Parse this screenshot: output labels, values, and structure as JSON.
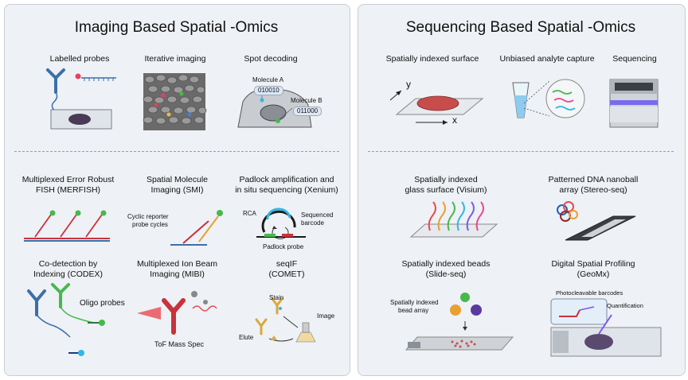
{
  "left_panel": {
    "title": "Imaging Based Spatial -Omics",
    "top_items": [
      {
        "label": "Labelled probes"
      },
      {
        "label": "Iterative imaging"
      },
      {
        "label": "Spot decoding",
        "molecule_a": "Molecule A",
        "code_a": "010010",
        "molecule_b": "Molecule B",
        "code_b": "011000"
      }
    ],
    "methods": [
      {
        "line1": "Multiplexed Error Robust",
        "line2": "FISH (MERFISH)"
      },
      {
        "line1": "Spatial Molecule",
        "line2": "Imaging (SMI)",
        "annotation_line1": "Cyclic reporter",
        "annotation_line2": "probe cycles"
      },
      {
        "line1": "Padlock amplification and",
        "line2": "in situ sequencing (Xenium)",
        "rca": "RCA",
        "seq_line1": "Sequenced",
        "seq_line2": "barcode",
        "padlock": "Padlock probe"
      },
      {
        "line1": "Co-detection by",
        "line2": "Indexing (CODEX)",
        "annotation": "Oligo probes"
      },
      {
        "line1": "Multiplexed Ion Beam",
        "line2": "Imaging (MIBI)",
        "annotation": "ToF Mass Spec"
      },
      {
        "line1": "seqIF",
        "line2": "(COMET)",
        "stain": "Stain",
        "image": "Image",
        "elute": "Elute"
      }
    ]
  },
  "right_panel": {
    "title": "Sequencing Based Spatial -Omics",
    "top_items": [
      {
        "label": "Spatially indexed surface",
        "axis_y": "y",
        "axis_x": "x"
      },
      {
        "label": "Unbiased analyte capture"
      },
      {
        "label": "Sequencing"
      }
    ],
    "methods": [
      {
        "line1": "Spatially indexed",
        "line2": "glass surface (Visium)"
      },
      {
        "line1": "Patterned DNA nanoball",
        "line2": "array (Stereo-seq)"
      },
      {
        "line1": "Spatially indexed beads",
        "line2": "(Slide-seq)",
        "annotation_line1": "Spatially indexed",
        "annotation_line2": "bead array"
      },
      {
        "line1": "Digital Spatial Profiling",
        "line2": "(GeoMx)",
        "annotation1": "Photocleavable barcodes",
        "annotation2": "Quantification"
      }
    ]
  },
  "colors": {
    "panel_bg": "#eef1f5",
    "antibody_blue": "#3c6fa8",
    "probe_red": "#c8323c",
    "green": "#48b84c",
    "tissue_red": "#c94c4c",
    "gold": "#d9a93a",
    "cyan": "#2fb8e6"
  }
}
